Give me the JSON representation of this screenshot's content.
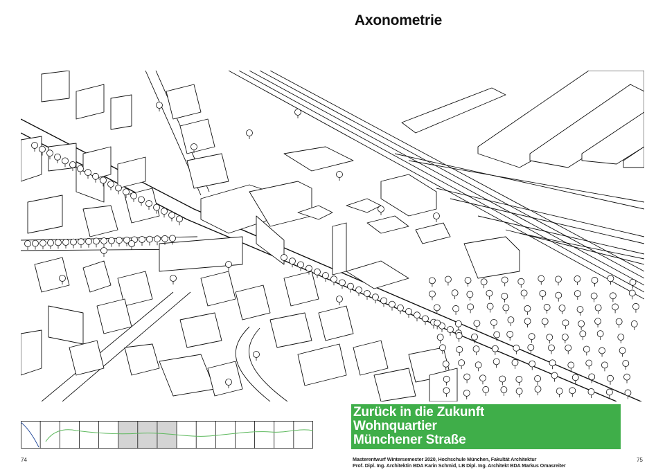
{
  "page": {
    "title": "Axonometrie",
    "page_left": "74",
    "page_right": "75"
  },
  "project": {
    "line1": "Zurück in die Zukunft",
    "line2": "Wohnquartier",
    "line3": "Münchener Straße",
    "accent_color": "#3fae49"
  },
  "credits": {
    "line1": "Masterentwurf Wintersemester 2020, Hochschule München, Fakultät Architektur",
    "line2": "Prof. Dipl. Ing. Architektin BDA Karin Schmid, LB Dipl. Ing. Architekt BDA Markus Omasreiter"
  },
  "strip": {
    "segments": 15,
    "highlighted": [
      5,
      6,
      7
    ]
  }
}
